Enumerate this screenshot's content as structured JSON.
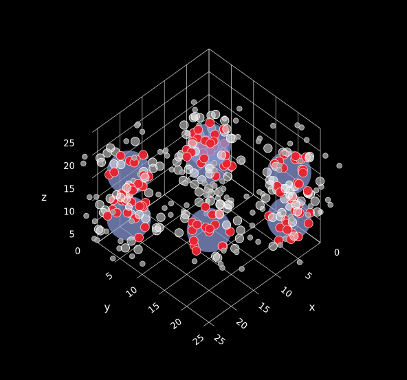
{
  "chart_data": {
    "type": "scatter3d",
    "title": "",
    "xlabel": "x",
    "ylabel": "y",
    "zlabel": "z",
    "xlim": [
      0,
      25
    ],
    "ylim": [
      0,
      25
    ],
    "zlim": [
      0,
      25
    ],
    "x_ticks": [
      "5",
      "10",
      "15",
      "20",
      "25"
    ],
    "y_ticks": [
      "5",
      "10",
      "15",
      "20",
      "25"
    ],
    "z_ticks": [
      "5",
      "10",
      "15",
      "20",
      "25"
    ],
    "origin_labels": [
      "0",
      "0"
    ],
    "background": "#000000",
    "grid": true,
    "colors": {
      "cage": "#8d9bd8",
      "oxygen": "#e8232f",
      "framework": "#e6e6e6",
      "hydrogen": "#9a9a9a"
    },
    "cage_centers": [
      [
        13,
        13,
        22
      ],
      [
        22,
        4,
        16
      ],
      [
        4,
        22,
        16
      ],
      [
        22,
        22,
        16
      ],
      [
        22,
        4,
        6
      ],
      [
        4,
        22,
        6
      ],
      [
        4,
        4,
        6
      ]
    ],
    "cage_radius": 5.2,
    "oxygen_per_cage": 16,
    "framework_per_cage": 18,
    "hydrogen_count": 110
  }
}
